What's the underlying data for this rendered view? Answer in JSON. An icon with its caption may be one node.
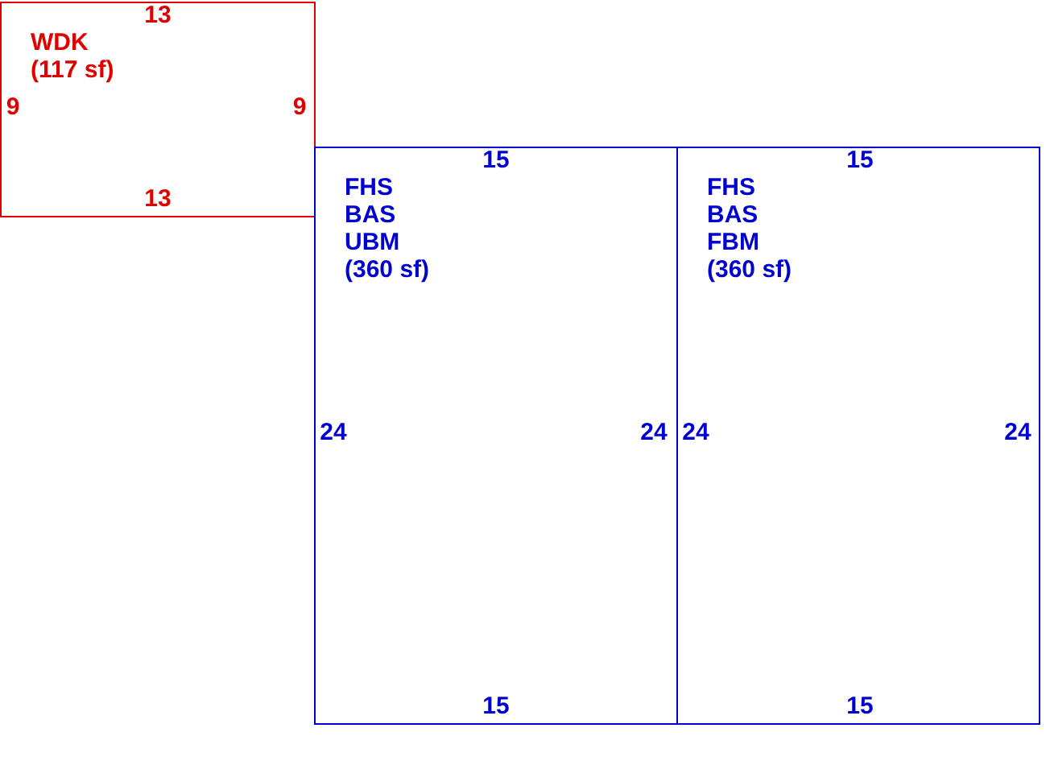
{
  "diagram": {
    "nodes": [
      {
        "text": [
          "WDK",
          "(117 sf)"
        ]
      },
      {
        "text": [
          "FHS",
          "BAS",
          "UBM",
          "(360 sf)"
        ]
      },
      {
        "text": [
          "FHS",
          "BAS",
          "FBM",
          "(360 sf)"
        ]
      }
    ],
    "labels": [
      "13",
      "9",
      "9",
      "15",
      "15",
      "13",
      "24",
      "24",
      "24",
      "24",
      "15",
      "15"
    ]
  }
}
